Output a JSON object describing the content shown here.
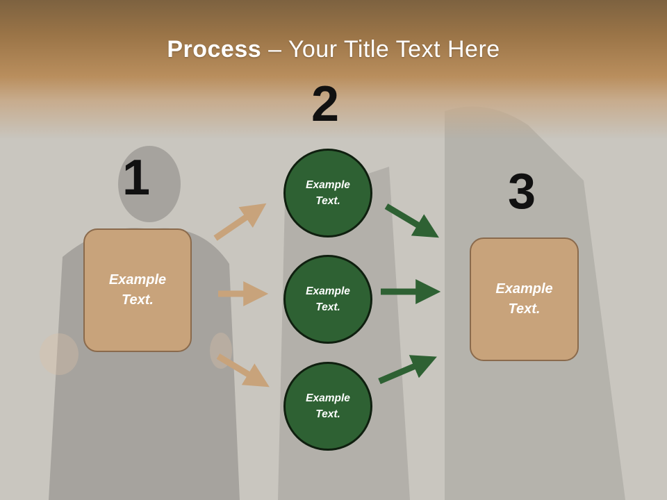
{
  "title": {
    "bold": "Process",
    "rest": " – Your Title Text Here"
  },
  "steps": {
    "one": "1",
    "two": "2",
    "three": "3"
  },
  "left_box": {
    "line1": "Example",
    "line2": "Text."
  },
  "right_box": {
    "line1": "Example",
    "line2": "Text."
  },
  "circles": [
    {
      "line1": "Example",
      "line2": "Text."
    },
    {
      "line1": "Example",
      "line2": "Text."
    },
    {
      "line1": "Example",
      "line2": "Text."
    }
  ],
  "colors": {
    "box_fill": "#c8a37b",
    "circle_fill": "#2e6133",
    "tan_arrow": "#c8a37b",
    "green_arrow": "#2e6133"
  }
}
